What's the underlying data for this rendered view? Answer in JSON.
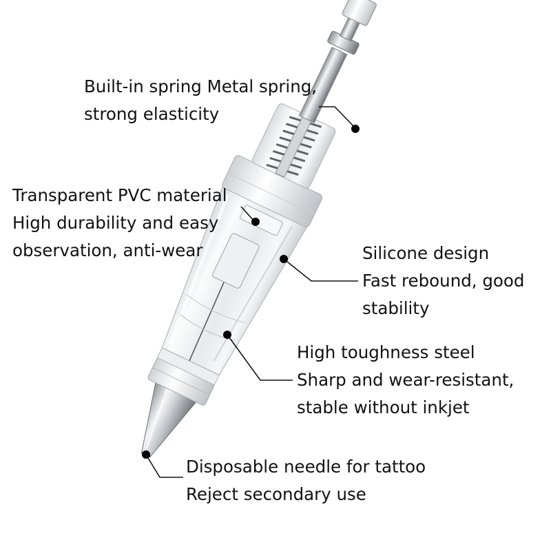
{
  "annotations": {
    "spring": {
      "line1": "Built-in spring Metal spring,",
      "line2": "strong elasticity"
    },
    "pvc": {
      "line1": "Transparent PVC material",
      "line2": "High durability and easy",
      "line3": "observation, anti-wear"
    },
    "silicone": {
      "line1": "Silicone design",
      "line2": "Fast rebound, good",
      "line3": "stability"
    },
    "steel": {
      "line1": "High toughness steel",
      "line2": "Sharp and wear-resistant,",
      "line3": "stable without inkjet"
    },
    "needle": {
      "line1": "Disposable needle for tattoo",
      "line2": "Reject secondary use"
    }
  },
  "colors": {
    "text": "#111111",
    "leader": "#111111",
    "dot": "#000000",
    "background": "#ffffff"
  },
  "icons": {
    "product": "tattoo-needle-cartridge-image"
  }
}
